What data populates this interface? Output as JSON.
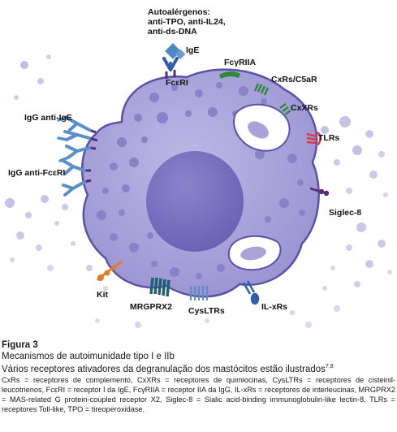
{
  "labels": {
    "autoantigens_title": "Autoalérgenos:",
    "autoantigens_1": "anti-TPO, anti-IL24,",
    "autoantigens_2": "anti-ds-DNA",
    "ige": "IgE",
    "fceri_top": "FcεRI",
    "fcgriia": "FcγRIIA",
    "cxrs_c5ar": "CxRs/C5aR",
    "cxxrs": "CxXRs",
    "tlrs": "TLRs",
    "igg_anti_ige": "IgG anti-IgE",
    "igg_anti_fceri": "IgG anti-FcεRI",
    "siglec8": "Siglec-8",
    "kit": "Kit",
    "mrgprx2": "MRGPRX2",
    "cysltrs": "CysLTRs",
    "il_xrs": "IL-xRs"
  },
  "colors": {
    "cell_fill": "#a9a3d8",
    "cell_edge": "#5b52a8",
    "granule": "#8a82c8",
    "nucleus": "#7f75c2",
    "receptor_purple": "#5a2a7a",
    "antibody_blue": "#5b8fc9",
    "fcgriia_green": "#2e8b3c",
    "tlr_red": "#d23b4a",
    "kit_orange": "#e07b2a",
    "mrgprx2_teal": "#1f5f73",
    "ilxr_blue": "#2f5fa8"
  },
  "caption": {
    "title": "Figura 3",
    "subtitle": "Mecanismos de autoimunidade tipo I e IIb",
    "lead": "Vários receptores ativadores da degranulação dos mastócitos estão ilustrados",
    "lead_ref": "7,8",
    "legend": "CxRs = receptores de complemento, CxXRs = receptores de quimiocinas, CysLTRs = receptores de cisteinil-leucotrienos, FcεRI = receptor I da IgE, FcγRIIA = receptor IIA da IgG, IL-xRs = receptores de interleucinas, MRGPRX2 = MAS-related G protein-coupled receptor X2, Siglec-8 = Sialic acid-binding immunoglobulin-like lectin-8, TLRs = receptores Toll-like, TPO = tireoperoxidase."
  }
}
